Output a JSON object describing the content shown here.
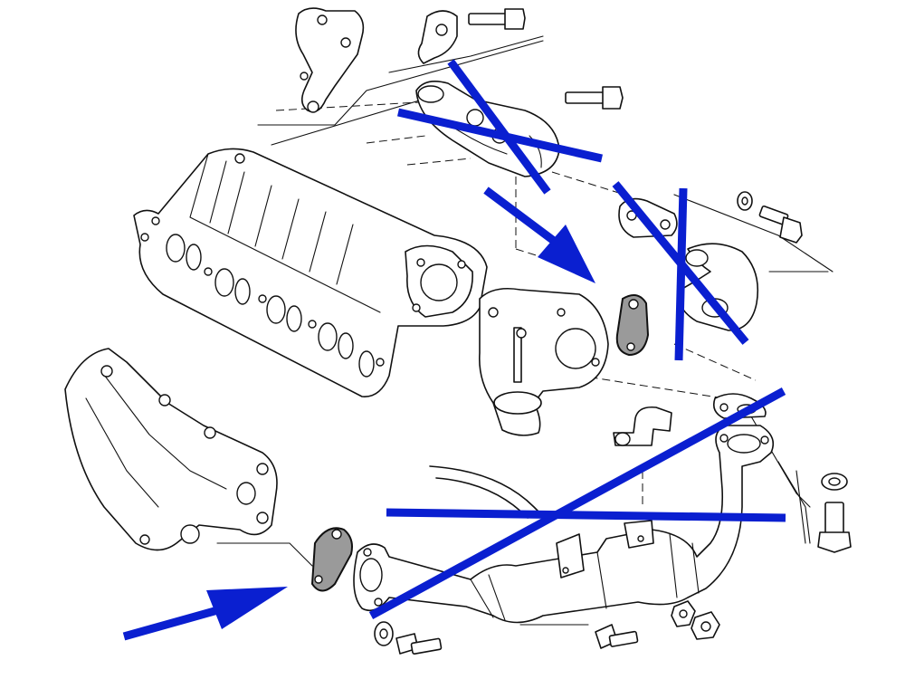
{
  "diagram": {
    "kind": "exploded parts drawing with hand-drawn annotations",
    "annotation_color": "#0a1fd0",
    "gasket_color": "#9a9a9a",
    "line_color": "#111111",
    "background": "#ffffff",
    "parts": [
      "bracket-top",
      "egr-valve-top",
      "bolt-top-1",
      "bolt-top-2",
      "intake-manifold",
      "egr-pipe-upper",
      "washer-upper",
      "bolt-upper-right",
      "throttle-body",
      "gasket-middle",
      "exhaust-manifold",
      "egr-cooler-pipe",
      "gasket-lower",
      "washer-right",
      "bolt-right",
      "bolts-bottom",
      "nuts-bottom"
    ],
    "annotations": [
      {
        "type": "cross",
        "target": "egr-valve-top"
      },
      {
        "type": "cross",
        "target": "egr-pipe-upper"
      },
      {
        "type": "cross",
        "target": "egr-cooler-pipe"
      },
      {
        "type": "arrow",
        "target": "gasket-middle"
      },
      {
        "type": "arrow",
        "target": "gasket-lower"
      }
    ]
  }
}
